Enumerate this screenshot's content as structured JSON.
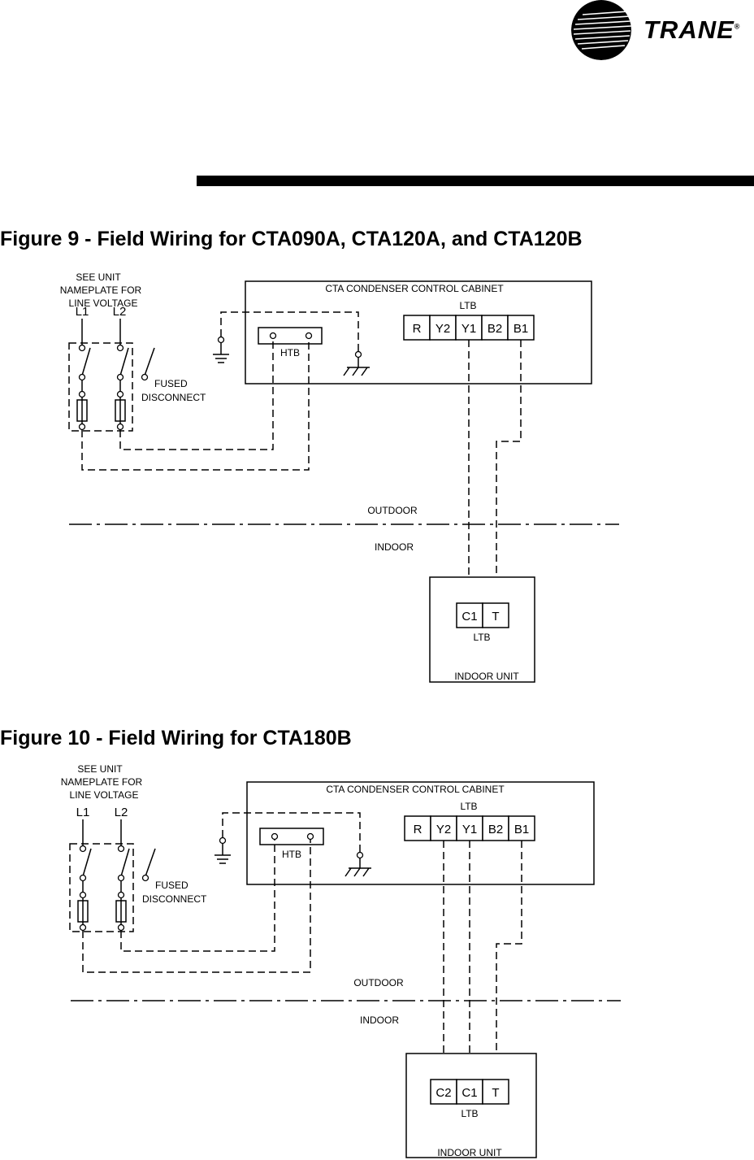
{
  "header": {
    "logo_text": "TRANE",
    "logo_mark": "®"
  },
  "figures": [
    {
      "title": "Figure 9 - Field Wiring for CTA090A, CTA120A, and CTA120B",
      "note_line1": "SEE UNIT",
      "note_line2": "NAMEPLATE FOR",
      "note_line3": "LINE    VOLTAGE",
      "l1": "L1",
      "l2": "L2",
      "fused_line1": "FUSED",
      "fused_line2": "DISCONNECT",
      "cabinet_label": "CTA CONDENSER CONTROL CABINET",
      "ltb_label": "LTB",
      "ltb_terminals": [
        "R",
        "Y2",
        "Y1",
        "B2",
        "B1"
      ],
      "htb_label": "HTB",
      "outdoor_label": "OUTDOOR",
      "indoor_label": "INDOOR",
      "indoor_terminals": [
        "C1",
        "T"
      ],
      "indoor_ltb_label": "LTB",
      "indoor_unit_label": "INDOOR UNIT"
    },
    {
      "title": "Figure 10 - Field Wiring for CTA180B",
      "note_line1": "SEE UNIT",
      "note_line2": "NAMEPLATE FOR",
      "note_line3": "LINE    VOLTAGE",
      "l1": "L1",
      "l2": "L2",
      "fused_line1": "FUSED",
      "fused_line2": "DISCONNECT",
      "cabinet_label": "CTA CONDENSER CONTROL CABINET",
      "ltb_label": "LTB",
      "ltb_terminals": [
        "R",
        "Y2",
        "Y1",
        "B2",
        "B1"
      ],
      "htb_label": "HTB",
      "outdoor_label": "OUTDOOR",
      "indoor_label": "INDOOR",
      "indoor_terminals": [
        "C2",
        "C1",
        "T"
      ],
      "indoor_ltb_label": "LTB",
      "indoor_unit_label": "INDOOR UNIT"
    }
  ]
}
